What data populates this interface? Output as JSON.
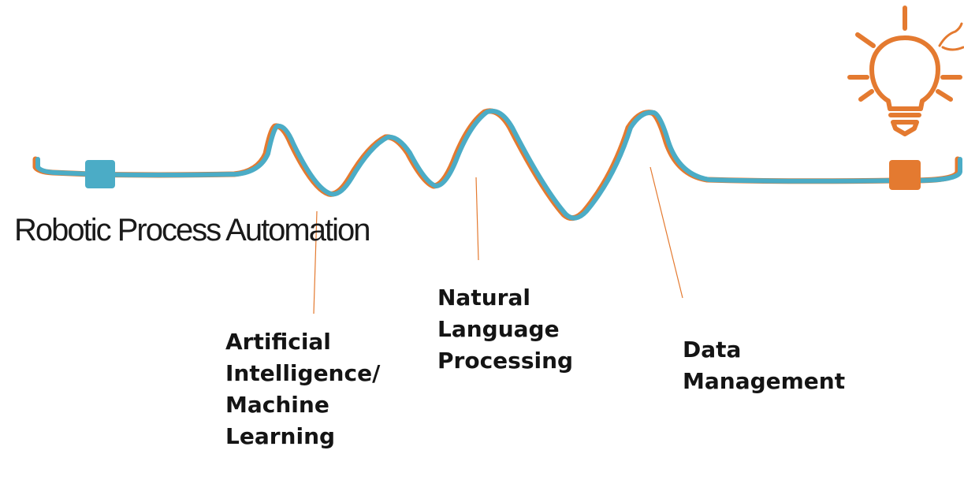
{
  "diagram": {
    "title": "Robotic Process Automation",
    "stages": [
      {
        "id": "ai",
        "lines": [
          "Artificial",
          "Intelligence/",
          "Machine",
          "Learning"
        ]
      },
      {
        "id": "nlp",
        "lines": [
          "Natural",
          "Language",
          "Processing"
        ]
      },
      {
        "id": "dm",
        "lines": [
          "Data",
          "Management"
        ]
      }
    ],
    "colors": {
      "wave_blue": "#4bacc6",
      "wave_orange": "#e47a30",
      "start_node": "#4bacc6",
      "end_node": "#e47a30",
      "connector": "#e47a30",
      "lightbulb": "#e47a30",
      "text": "#141414"
    },
    "icons": {
      "start": "blue-square-node",
      "end": "orange-square-node",
      "idea": "lightbulb-icon"
    }
  }
}
